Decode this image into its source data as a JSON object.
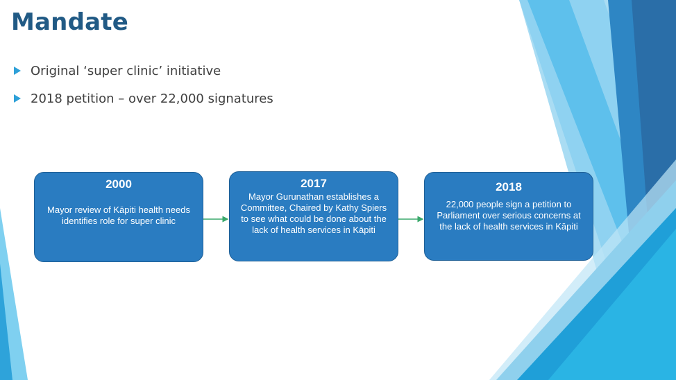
{
  "slide": {
    "title": "Mandate",
    "bullets": [
      {
        "text": "Original ‘super clinic’ initiative"
      },
      {
        "text": "2018 petition – over 22,000 signatures"
      }
    ],
    "timeline": [
      {
        "year": "2000",
        "text": "Mayor review of Kāpiti health needs identifies role for super clinic"
      },
      {
        "year": "2017",
        "text": "Mayor Gurunathan establishes a Committee, Chaired by Kathy Spiers to see what could be done about the lack of health services in Kāpiti"
      },
      {
        "year": "2018",
        "text": "22,000 people sign a petition to Parliament over serious concerns at the lack of health services in Kāpiti"
      }
    ]
  },
  "colors": {
    "title": "#215a85",
    "bullet_marker": "#2ea0d8",
    "box_fill": "#2a7cc1",
    "connector": "#3aa86b"
  }
}
